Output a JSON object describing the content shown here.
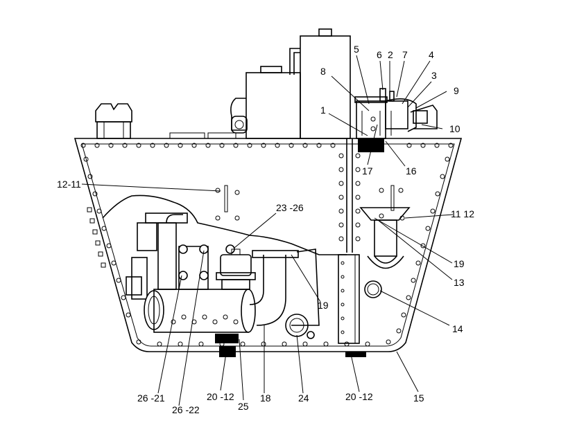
{
  "callouts": {
    "c1": "1",
    "c2": "2",
    "c3": "3",
    "c4": "4",
    "c5": "5",
    "c6": "6",
    "c7": "7",
    "c8": "8",
    "c9": "9",
    "c10": "10",
    "c12_11": "12-11",
    "c11_12": "11 12",
    "c13": "13",
    "c14": "14",
    "c15": "15",
    "c16": "16",
    "c17": "17",
    "c18": "18",
    "c19a": "19",
    "c19b": "19",
    "c20_12a": "20 -12",
    "c20_12b": "20 -12",
    "c23_26": "23 -26",
    "c24": "24",
    "c25": "25",
    "c26_21": "26 -21",
    "c26_22": "26 -22"
  }
}
